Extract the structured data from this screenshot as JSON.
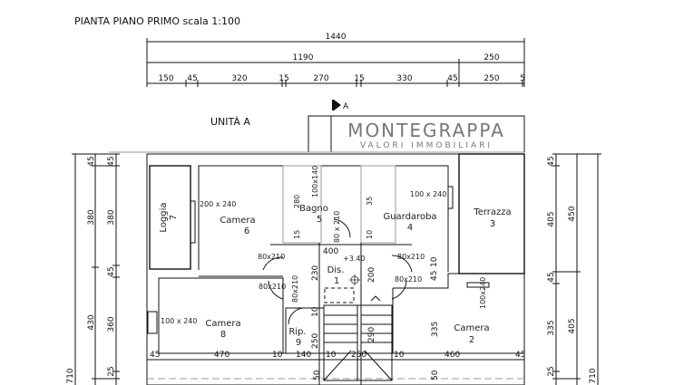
{
  "title": "PIANTA PIANO PRIMO scala 1:100",
  "unit_label": "UNITÀ A",
  "section_marker": "A",
  "watermark": {
    "line1": "MONTEGRAPPA",
    "line2": "VALORI IMMOBILIARI"
  },
  "top_dims": {
    "total": "1440",
    "row2": [
      "1190",
      "250"
    ],
    "row3": [
      "150",
      "45",
      "320",
      "15",
      "270",
      "15",
      "330",
      "45",
      "250",
      "5"
    ]
  },
  "left_dims": {
    "total": "710",
    "col2": [
      "45",
      "380",
      "430"
    ],
    "col3": [
      "45",
      "380",
      "45",
      "360",
      "25"
    ]
  },
  "right_dims": {
    "col1": [
      "45",
      "405",
      "45",
      "335",
      "25"
    ],
    "col2": [
      "450",
      "405"
    ],
    "total": "710"
  },
  "rooms": [
    {
      "name": "Loggia",
      "num": "7"
    },
    {
      "name": "Camera",
      "num": "6"
    },
    {
      "name": "Bagno",
      "num": "5"
    },
    {
      "name": "Guardaroba",
      "num": "4"
    },
    {
      "name": "Terrazza",
      "num": "3"
    },
    {
      "name": "Dis.",
      "num": "1"
    },
    {
      "name": "Camera",
      "num": "8"
    },
    {
      "name": "Rip.",
      "num": "9"
    },
    {
      "name": "Camera",
      "num": "2"
    }
  ],
  "level": "+3.40",
  "openings": [
    "200 x 240",
    "100 x 240",
    "80x210",
    "80x210",
    "80x210",
    "80x210",
    "80x210",
    "100 x 240",
    "100x240",
    "80 x 210",
    "100x140"
  ],
  "inner_dims": [
    "400",
    "230",
    "200",
    "10",
    "45",
    "250",
    "10",
    "290",
    "335",
    "50",
    "50",
    "280",
    "15",
    "35",
    "10"
  ],
  "bottom_dims": [
    "45",
    "470",
    "10",
    "140",
    "10",
    "250",
    "10",
    "460",
    "45"
  ]
}
